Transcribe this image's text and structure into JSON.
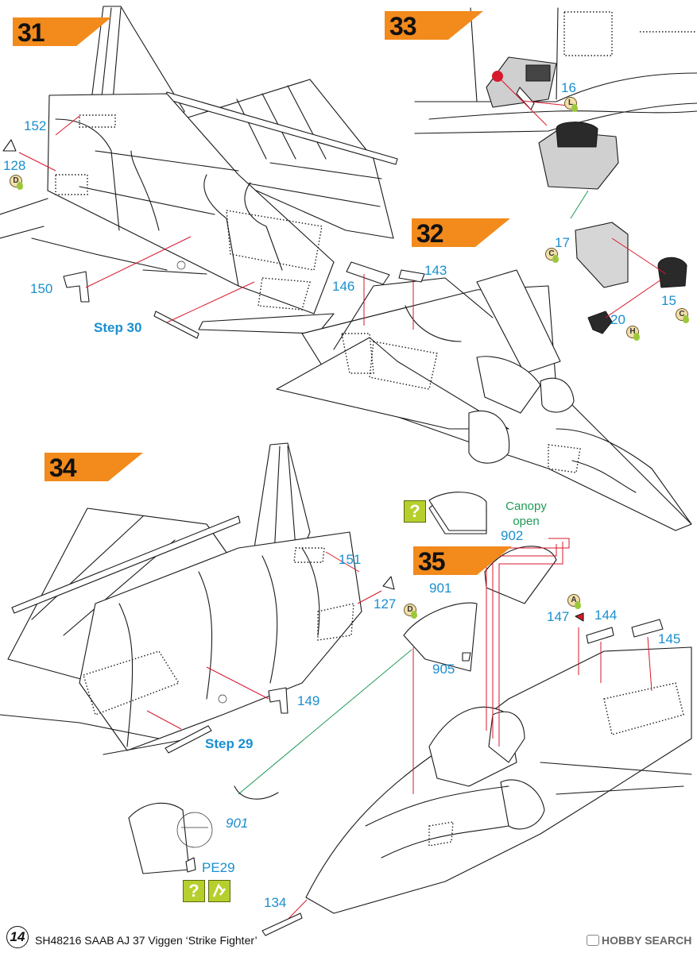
{
  "steps": {
    "s31": "31",
    "s32": "32",
    "s33": "33",
    "s34": "34",
    "s35": "35"
  },
  "part_numbers": {
    "p152": "152",
    "p128": "128",
    "p150": "150",
    "p16": "16",
    "p17": "17",
    "p15": "15",
    "p20": "20",
    "p146": "146",
    "p143": "143",
    "p151": "151",
    "p127": "127",
    "p149": "149",
    "p902": "902",
    "p901": "901",
    "p147": "147",
    "p144": "144",
    "p145": "145",
    "p905": "905",
    "p901i": "901",
    "pe29": "PE29",
    "p134": "134"
  },
  "step_refs": {
    "step30": "Step 30",
    "step29": "Step 29"
  },
  "color_codes": {
    "c128": "D",
    "c16": "L",
    "c17": "C",
    "c15": "C",
    "c20": "H",
    "c127": "D",
    "c147": "A"
  },
  "notes": {
    "canopy_open": "Canopy open",
    "optional_mark": "?",
    "option_b_mark": "?"
  },
  "footer": {
    "page_number": "14",
    "kit_title": "SH48216  SAAB AJ 37 Viggen ‘Strike Fighter’",
    "watermark": "HOBBY SEARCH"
  },
  "colors": {
    "badge_orange": "#f28a1c",
    "part_blue": "#1a8fd0",
    "arrow_red": "#d7192b",
    "arrow_green": "#1e9a55",
    "option_yellow": "#b7cf2c"
  }
}
